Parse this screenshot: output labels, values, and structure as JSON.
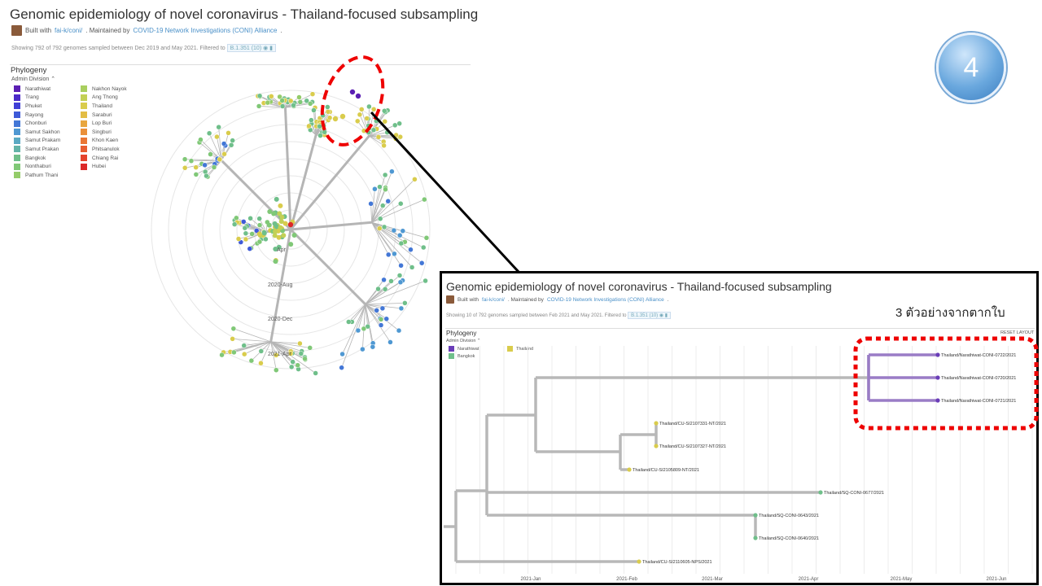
{
  "main": {
    "title": "Genomic epidemiology of novel coronavirus - Thailand-focused subsampling",
    "built_with": "Built with",
    "built_link": "fai-k/coni/",
    "maintained_by": ". Maintained by",
    "maintainer_link": "COVID-19 Network Investigations (CONI) Alliance",
    "period": ".",
    "showing": "Showing 792 of 792 genomes sampled between Dec 2019 and May 2021. Filtered to",
    "filter": "B.1.351 (10)",
    "phylogeny": "Phylogeny",
    "admin_division": "Admin Division ⌃",
    "legend": [
      {
        "label": "Narathiwat",
        "color": "#5b1fb3"
      },
      {
        "label": "Trang",
        "color": "#4b2ac8"
      },
      {
        "label": "Phuket",
        "color": "#3f3fd6"
      },
      {
        "label": "Rayong",
        "color": "#3e5ad8"
      },
      {
        "label": "Chonburi",
        "color": "#4377d6"
      },
      {
        "label": "Samut Sakhon",
        "color": "#4f98d2"
      },
      {
        "label": "Samut Prakarn",
        "color": "#5aa9c3"
      },
      {
        "label": "Samut Prakan",
        "color": "#63b3a8"
      },
      {
        "label": "Bangkok",
        "color": "#6fbf8a"
      },
      {
        "label": "Nonthaburi",
        "color": "#80c877"
      },
      {
        "label": "Pathum Thani",
        "color": "#94cc6a"
      },
      {
        "label": "Nakhon Nayok",
        "color": "#a9cf5f"
      },
      {
        "label": "Ang Thong",
        "color": "#c3d056"
      },
      {
        "label": "Thailand",
        "color": "#d9cc4c"
      },
      {
        "label": "Saraburi",
        "color": "#e3bd45"
      },
      {
        "label": "Lop Buri",
        "color": "#e8a63f"
      },
      {
        "label": "Singburi",
        "color": "#ea903a"
      },
      {
        "label": "Khon Kaen",
        "color": "#ea7634"
      },
      {
        "label": "Phitsanulok",
        "color": "#e85d30"
      },
      {
        "label": "Chiang Rai",
        "color": "#e5432c"
      },
      {
        "label": "Hubei",
        "color": "#dc2828"
      }
    ],
    "ring_labels": [
      "Apr",
      "2020-Aug",
      "2020-Dec",
      "2021-Apr"
    ]
  },
  "badge": {
    "number": "4"
  },
  "inset": {
    "title": "Genomic epidemiology of novel coronavirus - Thailand-focused subsampling",
    "built_with": "Built with",
    "built_link": "fai-k/coni/",
    "maintained_by": ". Maintained by",
    "maintainer_link": "COVID-19 Network Investigations (CONI) Alliance",
    "period": ".",
    "showing": "Showing 10 of 792 genomes sampled between Feb 2021 and May 2021. Filtered to",
    "filter": "B.1.351 (10)",
    "annotation": "3 ตัวอย่างจากตากใบ",
    "phylogeny": "Phylogeny",
    "admin_division": "Admin Division ⌃",
    "reset_layout": "RESET LAYOUT",
    "legend": [
      {
        "label": "Narathiwat",
        "color": "#6a3db8"
      },
      {
        "label": "Bangkok",
        "color": "#6fbf8a"
      },
      {
        "label": "Thailand",
        "color": "#d9cc4c"
      }
    ],
    "axis_ticks": [
      "2021-Jan",
      "2021-Feb",
      "2021-Mar",
      "2021-Apr",
      "2021-May",
      "2021-Jun"
    ],
    "tips": [
      {
        "label": "Thailand/Narathiwat-CONI-0722/2021",
        "color": "#6a3db8"
      },
      {
        "label": "Thailand/Narathiwat-CONI-0720/2021",
        "color": "#6a3db8"
      },
      {
        "label": "Thailand/Narathiwat-CONI-0721/2021",
        "color": "#6a3db8"
      },
      {
        "label": "Thailand/CU-SI2107331-NT/2021",
        "color": "#d9cc4c"
      },
      {
        "label": "Thailand/CU-SI2107327-NT/2021",
        "color": "#d9cc4c"
      },
      {
        "label": "Thailand/CU-SI2105809-NT/2021",
        "color": "#d9cc4c"
      },
      {
        "label": "Thailand/SQ-CONI-0677/2021",
        "color": "#6fbf8a"
      },
      {
        "label": "Thailand/SQ-CONI-0643/2021",
        "color": "#6fbf8a"
      },
      {
        "label": "Thailand/SQ-CONI-0640/2021",
        "color": "#6fbf8a"
      },
      {
        "label": "Thailand/CU-SI2110605-NPS/2021",
        "color": "#d9cc4c"
      }
    ]
  }
}
